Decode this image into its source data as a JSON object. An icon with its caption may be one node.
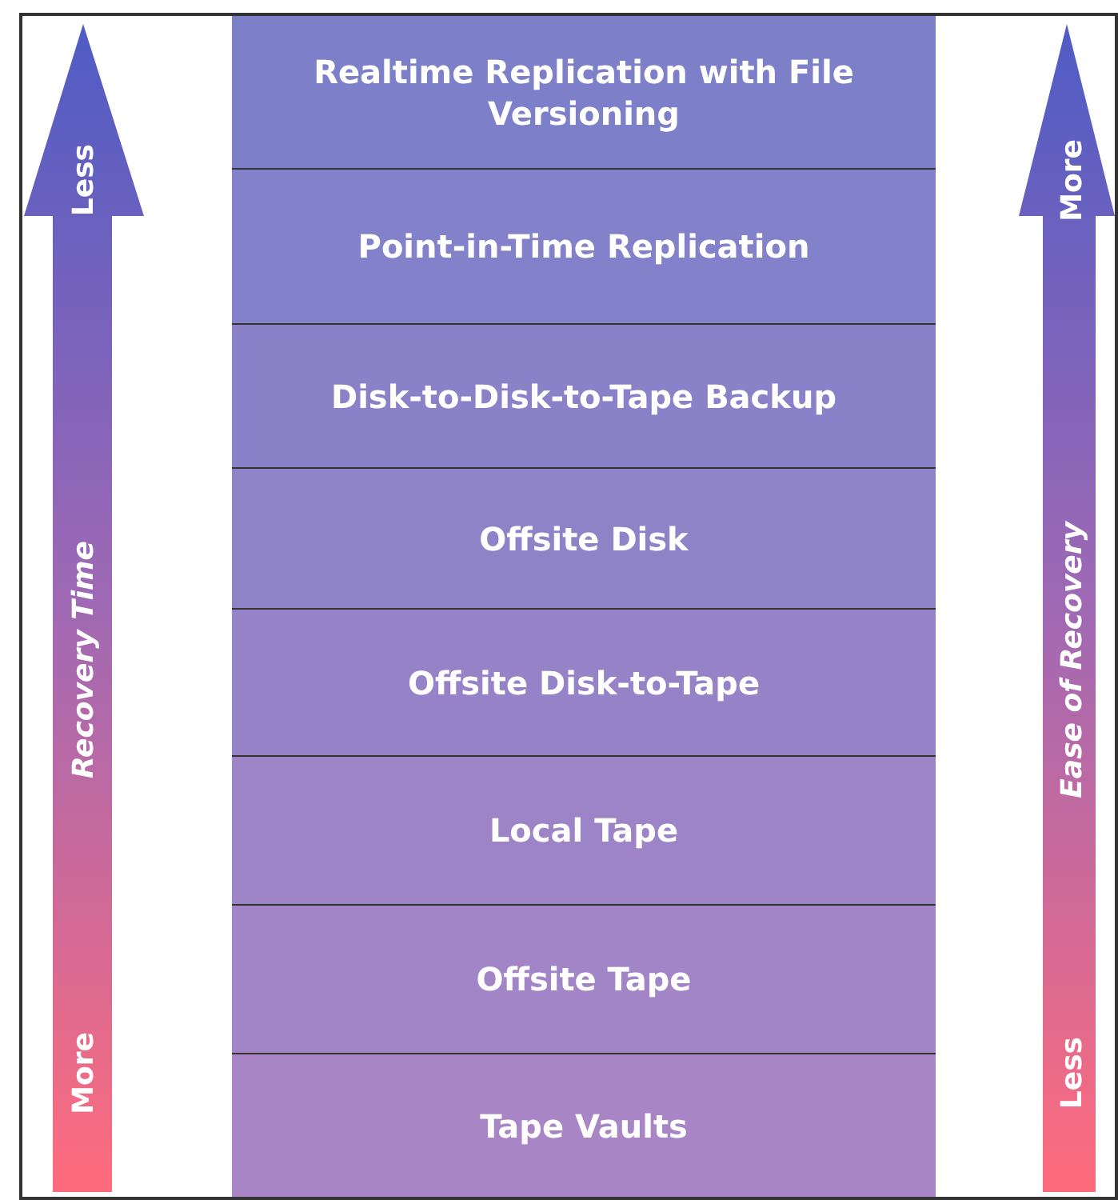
{
  "diagram": {
    "nodes": [
      {
        "text": [
          "Realtime Replication with File Versioning"
        ]
      },
      {
        "text": [
          "Point-in-Time Replication"
        ]
      },
      {
        "text": [
          "Disk-to-Disk-to-Tape Backup"
        ]
      },
      {
        "text": [
          "Offsite Disk"
        ]
      },
      {
        "text": [
          "Offsite Disk-to-Tape"
        ]
      },
      {
        "text": [
          "Local Tape"
        ]
      },
      {
        "text": [
          "Offsite Tape"
        ]
      },
      {
        "text": [
          "Tape Vaults"
        ]
      }
    ],
    "labels": [
      "Less",
      "Recovery Time",
      "More",
      "More",
      "Ease of Recovery",
      "Less"
    ]
  }
}
